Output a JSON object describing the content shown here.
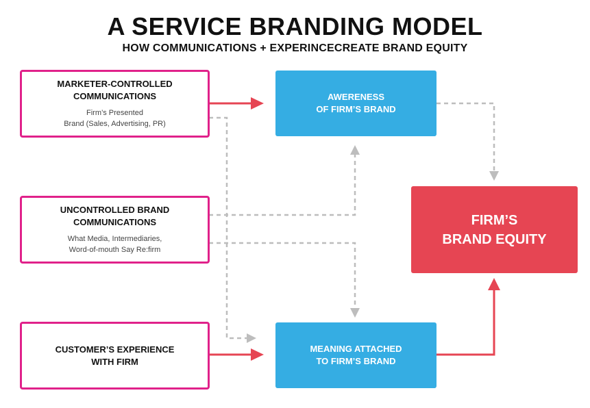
{
  "title": "A SERVICE BRANDING MODEL",
  "subtitle": "HOW COMMUNICATIONS + EXPERINCECREATE BRAND EQUITY",
  "sources": {
    "marketer": {
      "heading": [
        "MARKETER-CONTROLLED",
        "COMMUNICATIONS"
      ],
      "detail": [
        "Firm’s Presented",
        "Brand (Sales, Advertising, PR)"
      ]
    },
    "uncontrolled": {
      "heading": [
        "UNCONTROLLED BRAND",
        "COMMUNICATIONS"
      ],
      "detail": [
        "What Media, Intermediaries,",
        "Word-of-mouth Say Re:firm"
      ]
    },
    "experience": {
      "heading": [
        "CUSTOMER’S EXPERIENCE",
        "WITH FIRM"
      ]
    }
  },
  "outcomes": {
    "awareness": [
      "AWERENESS",
      "OF FIRM’S BRAND"
    ],
    "meaning": [
      "MEANING ATTACHED",
      "TO FIRM’S BRAND"
    ]
  },
  "result": [
    "FIRM’S",
    "BRAND EQUITY"
  ],
  "colors": {
    "source_border": "#e0218a",
    "outcome_fill": "#35ade3",
    "result_fill": "#e64553",
    "solid_arrow": "#e64553",
    "dashed_arrow": "#bdbdbd"
  }
}
